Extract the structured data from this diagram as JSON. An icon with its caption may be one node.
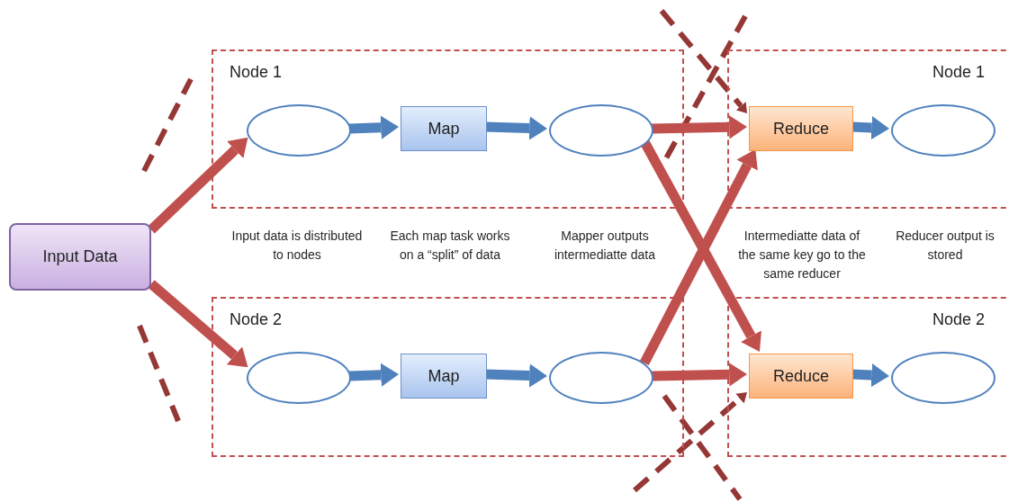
{
  "diagram": {
    "nodes": [
      {
        "text": [
          "Input Data"
        ]
      },
      {
        "text": [
          "Node 1"
        ]
      },
      {
        "text": [],
        "shape": "ellipse",
        "in": 1
      },
      {
        "text": [
          "Map"
        ],
        "in": 1
      },
      {
        "text": [],
        "shape": "ellipse",
        "in": 1
      },
      {
        "text": [
          "Node 1"
        ]
      },
      {
        "text": [
          "Reduce"
        ],
        "in": 5
      },
      {
        "text": [],
        "shape": "ellipse",
        "in": 5
      },
      {
        "text": [
          "Node 2"
        ]
      },
      {
        "text": [],
        "shape": "ellipse",
        "in": 8
      },
      {
        "text": [
          "Map"
        ],
        "in": 8
      },
      {
        "text": [],
        "shape": "ellipse",
        "in": 8
      },
      {
        "text": [
          "Node 2"
        ]
      },
      {
        "text": [
          "Reduce"
        ],
        "in": 12
      },
      {
        "text": [],
        "shape": "ellipse",
        "in": 12
      }
    ],
    "edges": [
      {
        "from": 0,
        "to": 2,
        "arrow": "to",
        "color": "#c0504d"
      },
      {
        "from": 0,
        "to": 9,
        "arrow": "to",
        "color": "#c0504d"
      },
      {
        "from": 2,
        "to": 3,
        "arrow": "to",
        "color": "#4f81bd"
      },
      {
        "from": 3,
        "to": 4,
        "arrow": "to",
        "color": "#4f81bd"
      },
      {
        "from": 9,
        "to": 10,
        "arrow": "to",
        "color": "#4f81bd"
      },
      {
        "from": 10,
        "to": 11,
        "arrow": "to",
        "color": "#4f81bd"
      },
      {
        "from": 4,
        "to": 6,
        "arrow": "to",
        "color": "#c0504d"
      },
      {
        "from": 4,
        "to": 13,
        "arrow": "to",
        "color": "#c0504d"
      },
      {
        "from": 11,
        "to": 6,
        "arrow": "to",
        "color": "#c0504d"
      },
      {
        "from": 11,
        "to": 13,
        "arrow": "to",
        "color": "#c0504d"
      },
      {
        "from": 6,
        "to": 7,
        "arrow": "to",
        "color": "#4f81bd"
      },
      {
        "from": 13,
        "to": 14,
        "arrow": "to",
        "color": "#4f81bd"
      },
      {
        "from": null,
        "to": 6,
        "arrow": "to",
        "style": "dashed",
        "color": "#953735"
      },
      {
        "from": null,
        "to": 13,
        "arrow": "to",
        "style": "dashed",
        "color": "#953735"
      }
    ],
    "labels": [
      "Input data is distributed to nodes",
      "Each map task works on a “split” of data",
      "Mapper outputs intermediatte data",
      "Intermediatte data of the same key go to the same reducer",
      "Reducer output is stored"
    ]
  }
}
